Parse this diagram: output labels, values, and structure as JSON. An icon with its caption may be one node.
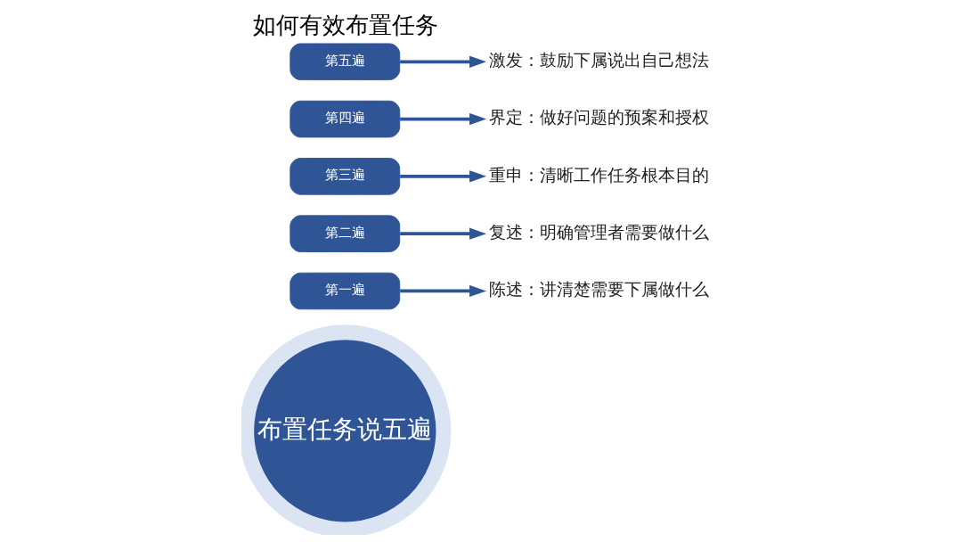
{
  "diagram": {
    "title": "如何有效布置任务",
    "nodes": [
      {
        "text": [
          "布置任务说五遍"
        ]
      },
      {
        "text": [
          "第一遍"
        ]
      },
      {
        "text": [
          "第二遍"
        ]
      },
      {
        "text": [
          "第三遍"
        ]
      },
      {
        "text": [
          "第四遍"
        ]
      },
      {
        "text": [
          "第五遍"
        ]
      },
      {
        "text": [
          "陈述：讲清楚需要下属做什么"
        ]
      },
      {
        "text": [
          "复述：明确管理者需要做什么"
        ]
      },
      {
        "text": [
          "重申：清晰工作任务根本目的"
        ]
      },
      {
        "text": [
          "界定：做好问题的预案和授权"
        ]
      },
      {
        "text": [
          "激发：鼓励下属说出自己想法"
        ]
      }
    ],
    "edges": [
      {
        "from": 1,
        "to": 6,
        "arrow": "to"
      },
      {
        "from": 2,
        "to": 7,
        "arrow": "to"
      },
      {
        "from": 3,
        "to": 8,
        "arrow": "to"
      },
      {
        "from": 4,
        "to": 9,
        "arrow": "to"
      },
      {
        "from": 5,
        "to": 10,
        "arrow": "to"
      }
    ]
  }
}
